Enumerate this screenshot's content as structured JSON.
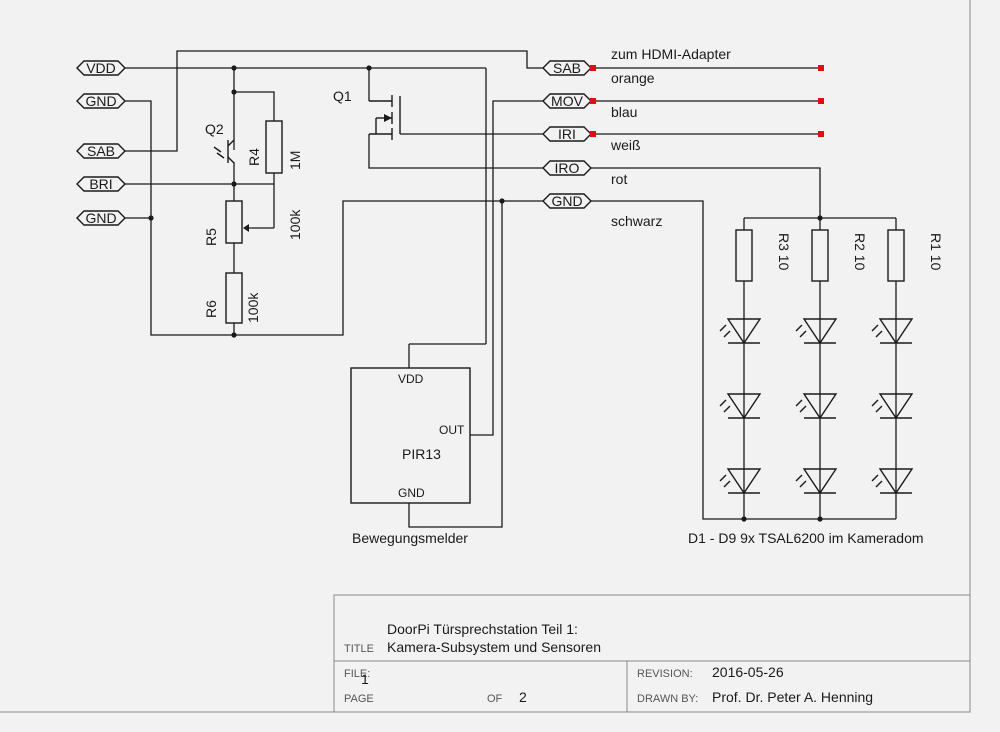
{
  "ports_left": [
    "VDD",
    "GND",
    "SAB",
    "BRI",
    "GND"
  ],
  "ports_right": [
    "SAB",
    "MOV",
    "IRI",
    "IRO",
    "GND"
  ],
  "wire_labels": {
    "hdmi": "zum HDMI-Adapter",
    "orange": "orange",
    "blau": "blau",
    "weiss": "weiß",
    "rot": "rot",
    "schwarz": "schwarz"
  },
  "components": {
    "q1": "Q1",
    "q2": "Q2",
    "r4": "R4",
    "r4_value": "1M",
    "r5": "R5",
    "r5_value": "100k",
    "r6": "R6",
    "r6_value": "100k",
    "r3": "R3 10",
    "r2": "R2 10",
    "r1": "R1 10"
  },
  "pir": {
    "vdd": "VDD",
    "out": "OUT",
    "gnd": "GND",
    "name": "PIR13",
    "caption": "Bewegungsmelder"
  },
  "led_caption": "D1 - D9 9x TSAL6200 im Kameradom",
  "title_block": {
    "title_line1": "DoorPi Türsprechstation Teil 1:",
    "title_line2": "Kamera-Subsystem und Sensoren",
    "title_label": "TITLE",
    "file_label": "FILE:",
    "file_value": "1",
    "page_label": "PAGE",
    "of_label": "OF",
    "of_value": "2",
    "revision_label": "REVISION:",
    "revision_value": "2016-05-26",
    "drawn_by_label": "DRAWN BY:",
    "drawn_by_value": "Prof. Dr. Peter A. Henning"
  },
  "colors": {
    "wire": "#1a1a1a",
    "terminal": "#e01010",
    "frame": "#8a8a8a",
    "background": "#f2f2f2"
  }
}
